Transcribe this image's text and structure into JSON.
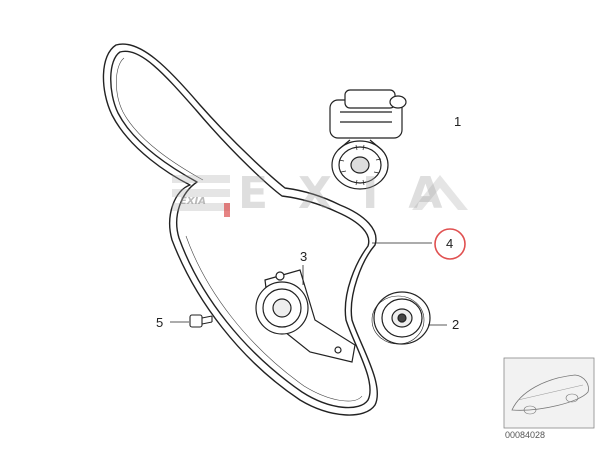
{
  "callouts": {
    "item1": "1",
    "item2": "2",
    "item3": "3",
    "item4": "4",
    "item5": "5"
  },
  "highlight_color": "#e05050",
  "watermark": {
    "text": "EXIA",
    "small_logo": "EXIA"
  },
  "thumbnail": {
    "ref_code": "00084028"
  }
}
